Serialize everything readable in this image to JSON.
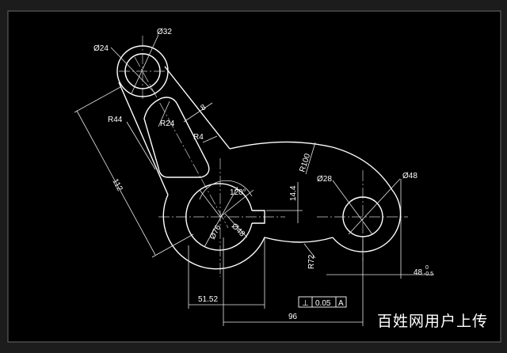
{
  "drawing": {
    "dimensions": {
      "d24": "Ø24",
      "d32": "Ø32",
      "r44": "R44",
      "r24": "R24",
      "w8": "8",
      "r4": "R4",
      "len112": "112",
      "r100": "R100",
      "d28": "Ø28",
      "d48_right": "Ø48",
      "h14_4": "14.4",
      "ang120": "120°",
      "d48_center": "Ø48",
      "d76": "Ø76",
      "r72": "R72",
      "h48": "48",
      "h48_tol_upper": "0",
      "h48_tol_lower": "-0.5",
      "w51_52": "51.52",
      "w96": "96"
    },
    "tolerance_frame": {
      "symbol": "⊥",
      "value": "0.05",
      "datum": "A"
    }
  },
  "watermark": "百姓网用户上传"
}
